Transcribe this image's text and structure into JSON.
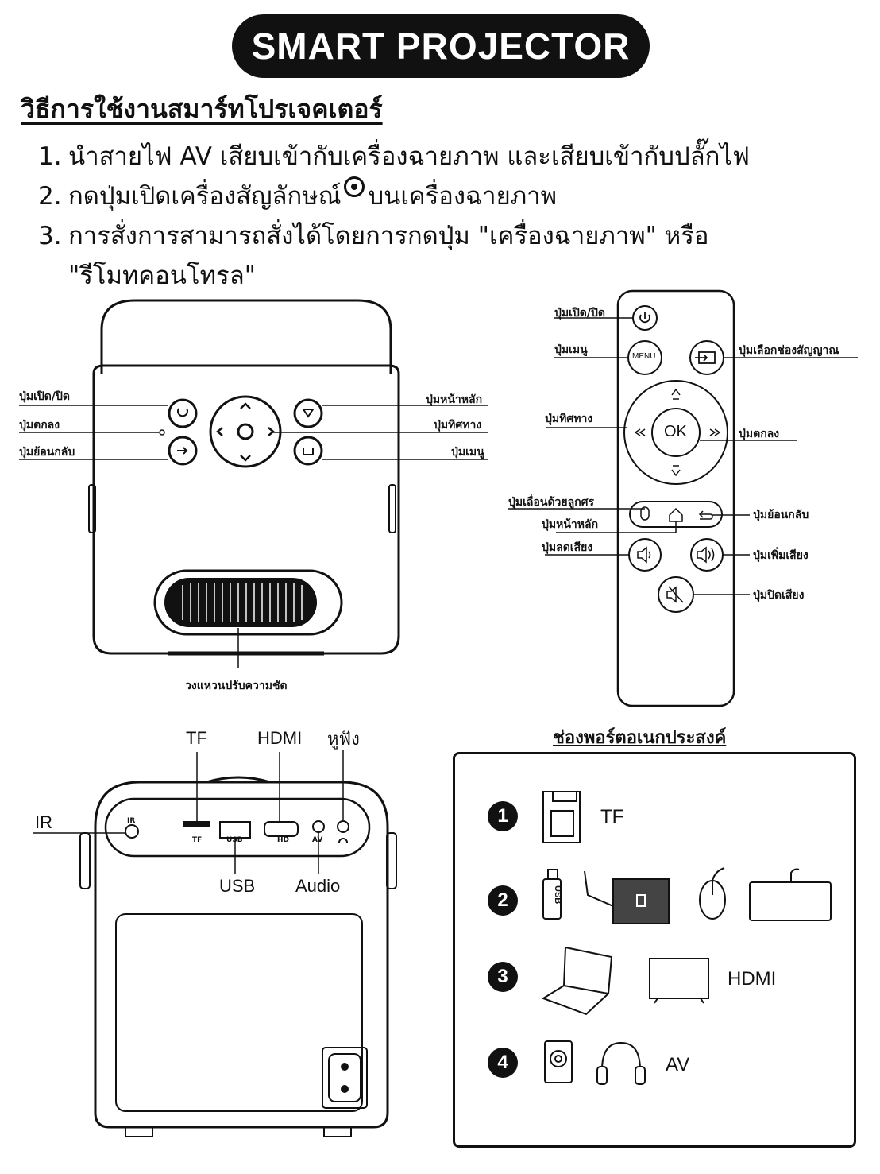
{
  "title": "SMART PROJECTOR",
  "heading": "วิธีการใช้งานสมาร์ทโปรเจคเตอร์",
  "steps": [
    {
      "num": "1.",
      "text": "นำสายไฟ AV เสียบเข้ากับเครื่องฉายภาพ และเสียบเข้ากับปลั๊กไฟ"
    },
    {
      "num": "2.",
      "text_before": "กดปุ่มเปิดเครื่องสัญลักษณ์",
      "text_after": "บนเครื่องฉายภาพ"
    },
    {
      "num": "3.",
      "line1": "การสั่งการสามารถสั่งได้โดยการกดปุ่ม \"เครื่องฉายภาพ\" หรือ",
      "line2": "\"รีโมทคอนโทรล\""
    }
  ],
  "projector_top": {
    "power": "ปุ่มเปิด/ปิด",
    "ok": "ปุ่มตกลง",
    "back": "ปุ่มย้อนกลับ",
    "home": "ปุ่มหน้าหลัก",
    "direction": "ปุ่มทิศทาง",
    "menu": "ปุ่มเมนู",
    "focus_ring": "วงแหวนปรับความชัด"
  },
  "remote": {
    "power": "ปุ่มเปิด/ปิด",
    "menu": "ปุ่มเมนู",
    "menu_key": "MENU",
    "source": "ปุ่มเลือกช่องสัญญาณ",
    "direction": "ปุ่มทิศทาง",
    "ok_key": "OK",
    "ok": "ปุ่มตกลง",
    "mouse": "ปุ่มเลื่อนด้วยลูกศร",
    "home": "ปุ่มหน้าหลัก",
    "back": "ปุ่มย้อนกลับ",
    "vol_down": "ปุ่มลดเสียง",
    "vol_up": "ปุ่มเพิ่มเสียง",
    "mute": "ปุ่มปิดเสียง"
  },
  "projector_back": {
    "tf": "TF",
    "hdmi": "HDMI",
    "headphone": "หูฟัง",
    "ir": "IR",
    "usb": "USB",
    "audio": "Audio",
    "panel_ir": "IR",
    "panel_tf": "TF",
    "panel_usb": "USB",
    "panel_hd": "HD",
    "panel_av": "AV"
  },
  "ports": {
    "title": "ช่องพอร์ตอเนกประสงค์",
    "items": [
      {
        "badge": "1",
        "label": "TF"
      },
      {
        "badge": "2",
        "label": ""
      },
      {
        "badge": "3",
        "label": "HDMI"
      },
      {
        "badge": "4",
        "label": "AV"
      }
    ],
    "usb_stick": "USB"
  }
}
